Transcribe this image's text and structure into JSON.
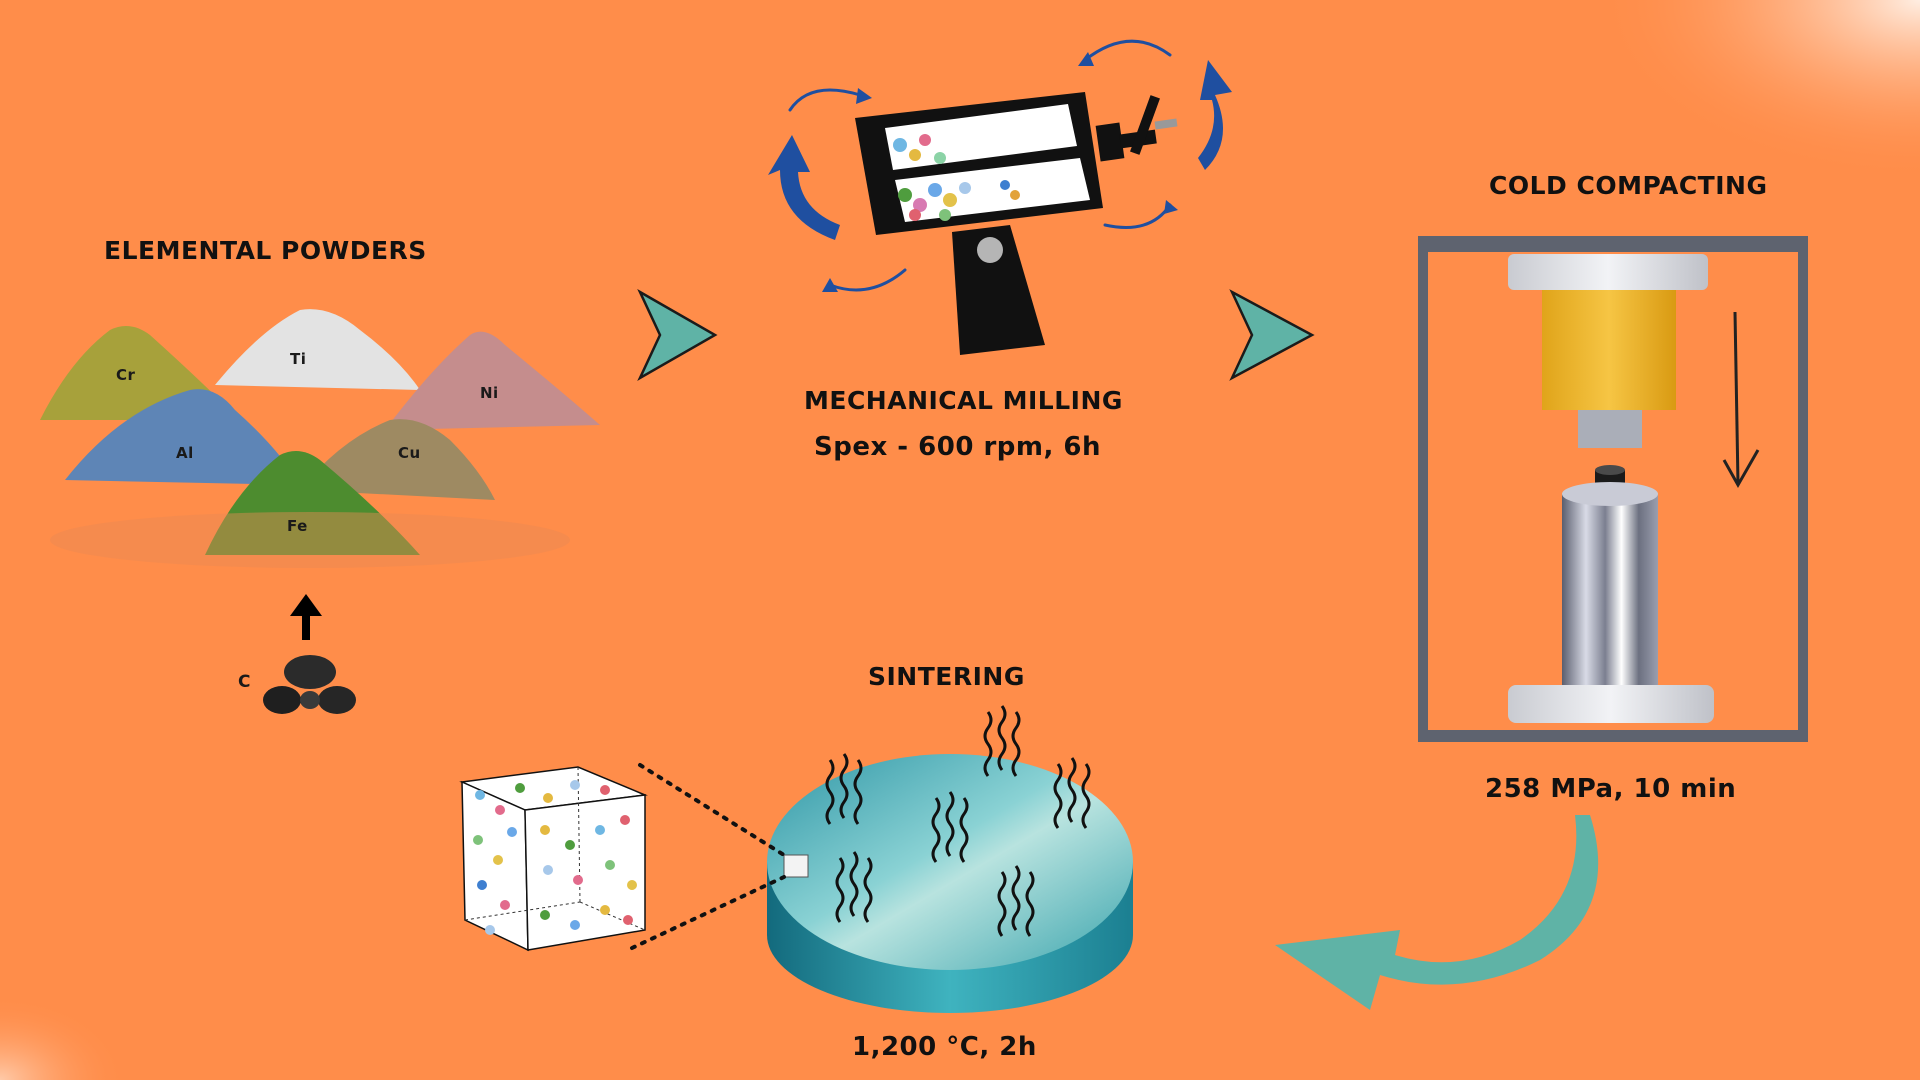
{
  "steps": {
    "powders": {
      "title": "ELEMENTAL POWDERS",
      "elements": [
        "Cr",
        "Ti",
        "Ni",
        "Al",
        "Cu",
        "Fe"
      ],
      "carbon": "C"
    },
    "milling": {
      "title": "MECHANICAL MILLING",
      "params": "Spex - 600 rpm, 6h"
    },
    "compacting": {
      "title": "COLD COMPACTING",
      "params": "258 MPa, 10 min"
    },
    "sintering": {
      "title": "SINTERING",
      "params": "1,200 °C, 2h"
    }
  },
  "colors": {
    "background": "#ff8d4a",
    "teal": "#5fb3a6",
    "blue_arrow": "#1f4fa0",
    "punch_yellow": "#f2b51d"
  }
}
